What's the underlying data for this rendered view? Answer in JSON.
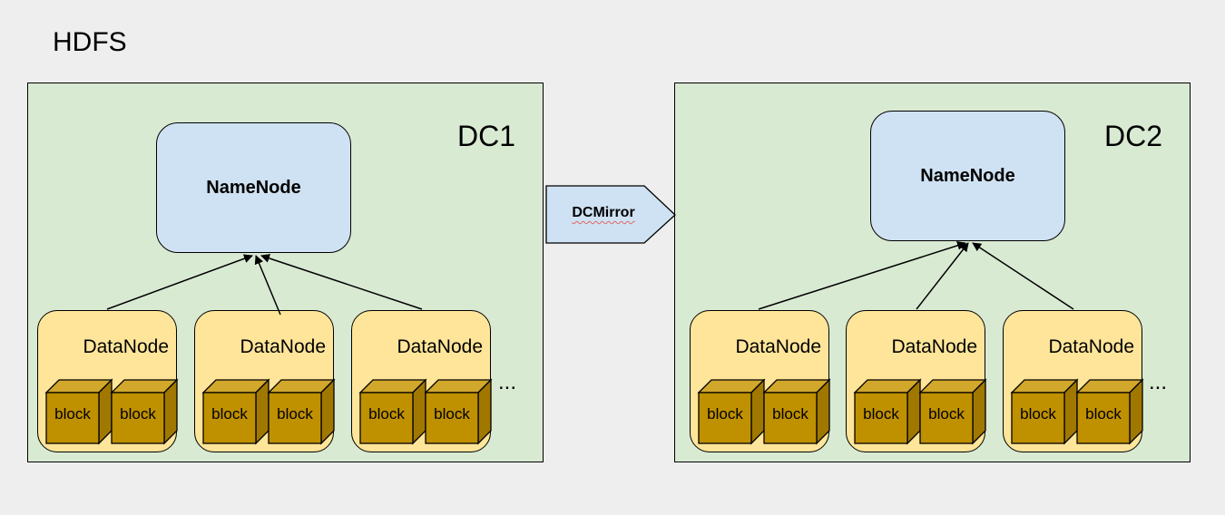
{
  "title": "HDFS",
  "mirror_label": "DCMirror",
  "datacenters": [
    {
      "label": "DC1",
      "namenode": "NameNode",
      "datanodes": [
        {
          "label": "DataNode",
          "blocks": [
            "block",
            "block"
          ]
        },
        {
          "label": "DataNode",
          "blocks": [
            "block",
            "block"
          ]
        },
        {
          "label": "DataNode",
          "blocks": [
            "block",
            "block"
          ]
        }
      ],
      "ellipsis": "..."
    },
    {
      "label": "DC2",
      "namenode": "NameNode",
      "datanodes": [
        {
          "label": "DataNode",
          "blocks": [
            "block",
            "block"
          ]
        },
        {
          "label": "DataNode",
          "blocks": [
            "block",
            "block"
          ]
        },
        {
          "label": "DataNode",
          "blocks": [
            "block",
            "block"
          ]
        }
      ],
      "ellipsis": "..."
    }
  ],
  "colors": {
    "background": "#eeeeee",
    "datacenter": "#d9ead3",
    "namenode": "#cfe2f3",
    "datanode": "#ffe599",
    "block_front": "#bf9000",
    "block_top": "#d1a72c",
    "block_side": "#a07800",
    "mirror": "#cfe2f3"
  }
}
